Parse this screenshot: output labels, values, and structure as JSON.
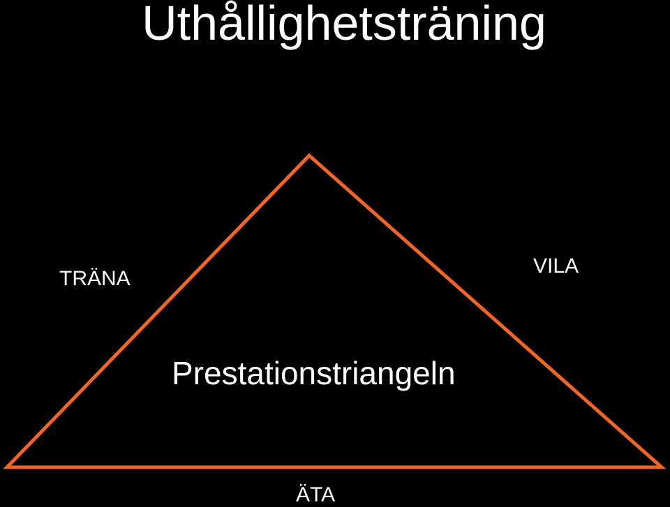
{
  "title": "Uthållighetsträning",
  "diagram": {
    "center_label": "Prestationstriangeln",
    "vertices": {
      "left": "TRÄNA",
      "right": "VILA",
      "bottom": "ÄTA"
    },
    "stroke_color": "#f26522",
    "background_color": "#000000",
    "text_color": "#ffffff"
  }
}
